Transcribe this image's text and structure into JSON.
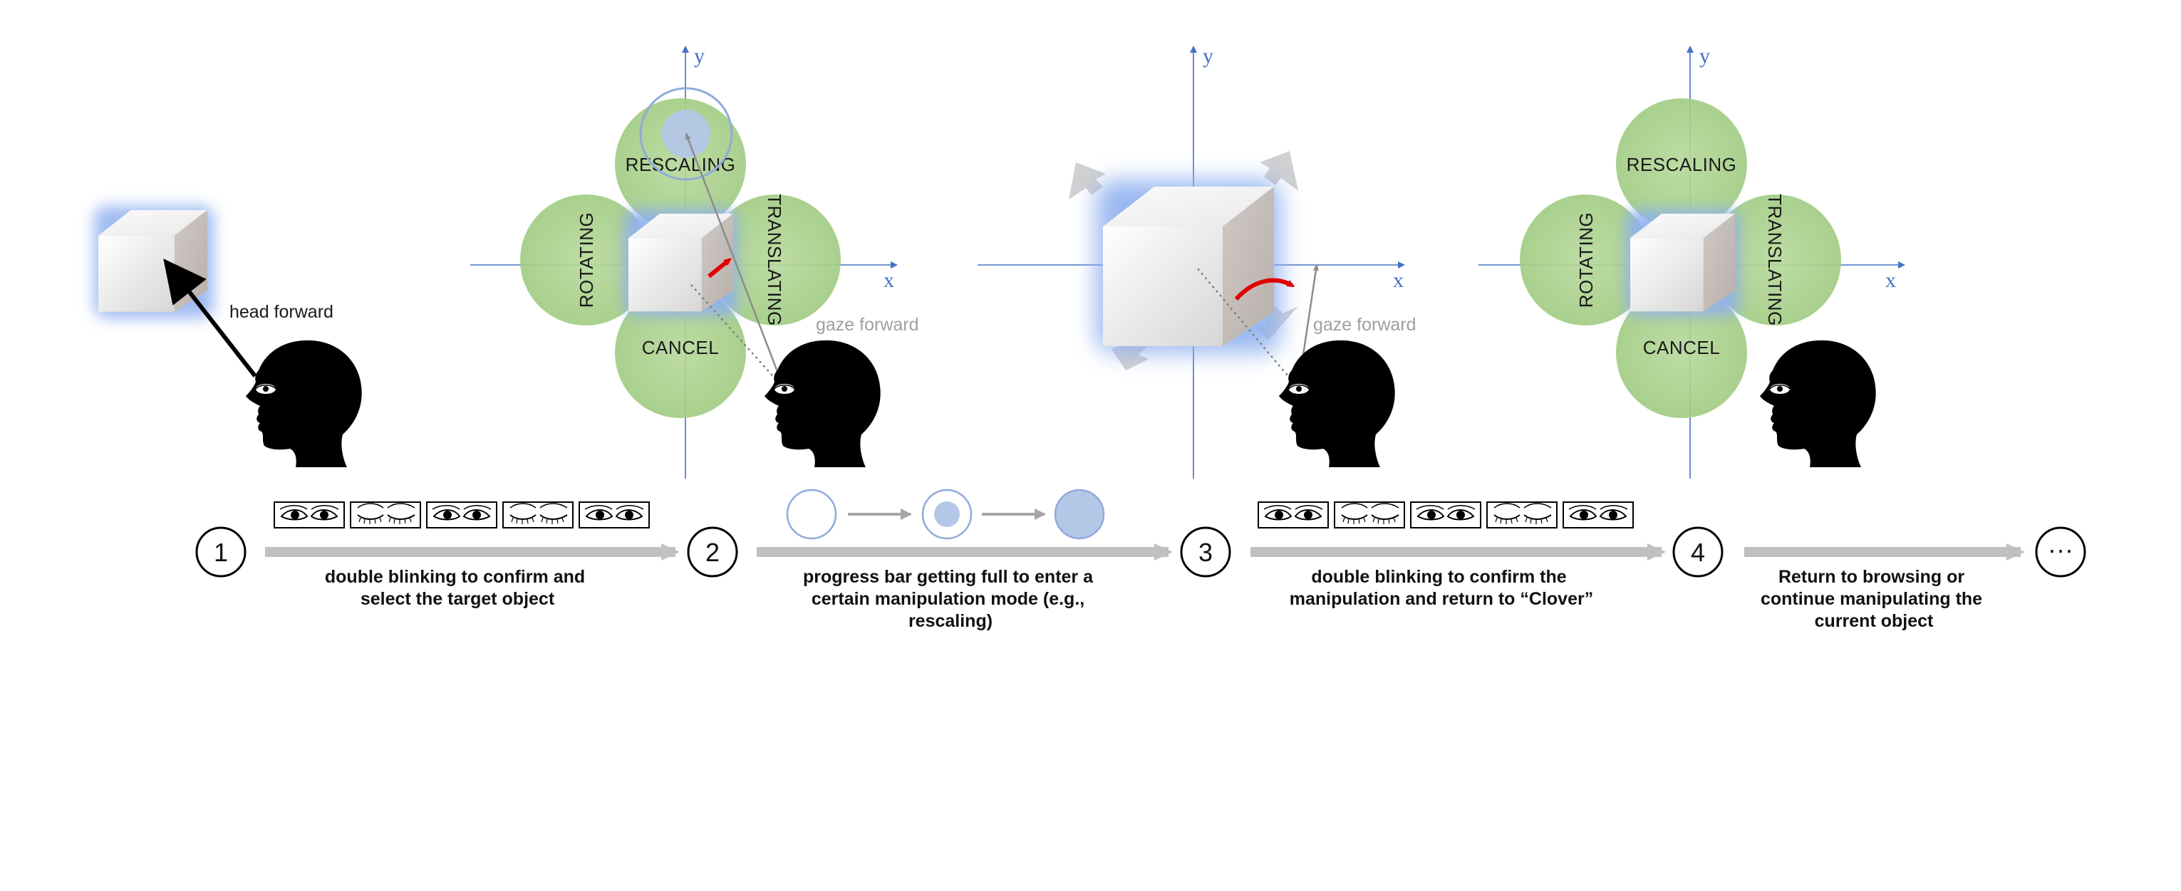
{
  "panels": {
    "p1": {
      "head_label": "head forward"
    },
    "p2": {
      "petals": {
        "top": "RESCALING",
        "left": "ROTATING",
        "right": "TRANSLATING",
        "bottom": "CANCEL"
      },
      "axis_x": "x",
      "axis_y": "y",
      "gaze_label": "gaze forward"
    },
    "p3": {
      "axis_x": "x",
      "axis_y": "y",
      "gaze_label": "gaze forward"
    },
    "p4": {
      "petals": {
        "top": "RESCALING",
        "left": "ROTATING",
        "right": "TRANSLATING",
        "bottom": "CANCEL"
      },
      "axis_x": "x",
      "axis_y": "y"
    }
  },
  "steps": [
    "1",
    "2",
    "3",
    "4",
    "···"
  ],
  "captions": [
    [
      "double blinking to confirm and",
      "select the target object"
    ],
    [
      "progress bar getting full to enter a",
      "certain manipulation mode (e.g.,",
      "rescaling)"
    ],
    [
      "double blinking to confirm the",
      "manipulation and return to “Clover”"
    ],
    [
      "Return to browsing or",
      "continue manipulating the",
      "current object"
    ]
  ],
  "colors": {
    "petal": "#a9d08e",
    "axis": "#4472c4",
    "glow": "#8fb0ef",
    "progress_fill": "#b4c7e7",
    "progress_stroke": "#8faadc",
    "arrow_gray": "#c0c0c0",
    "red": "#e00000",
    "silhouette": "#000000"
  }
}
